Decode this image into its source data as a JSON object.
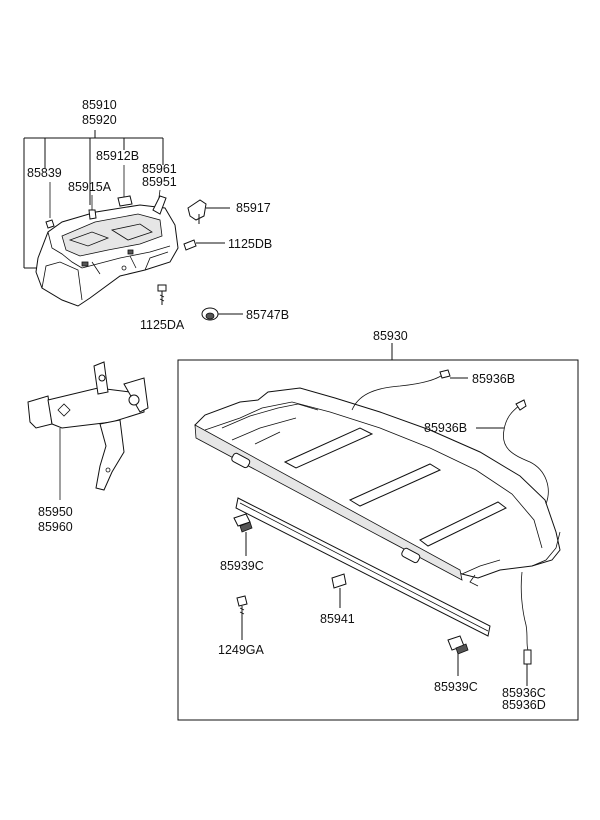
{
  "diagram": {
    "labels": {
      "p85910": "85910",
      "p85920": "85920",
      "p85839": "85839",
      "p85912B": "85912B",
      "p85961": "85961",
      "p85951": "85951",
      "p85915A": "85915A",
      "p85917": "85917",
      "p1125DB": "1125DB",
      "p1125DA": "1125DA",
      "p85747B": "85747B",
      "p85930": "85930",
      "p85936B_top": "85936B",
      "p85936B_mid": "85936B",
      "p85950": "85950",
      "p85960": "85960",
      "p85939C_left": "85939C",
      "p85941": "85941",
      "p1249GA": "1249GA",
      "p85939C_right": "85939C",
      "p85936C": "85936C",
      "p85936D": "85936D"
    }
  }
}
